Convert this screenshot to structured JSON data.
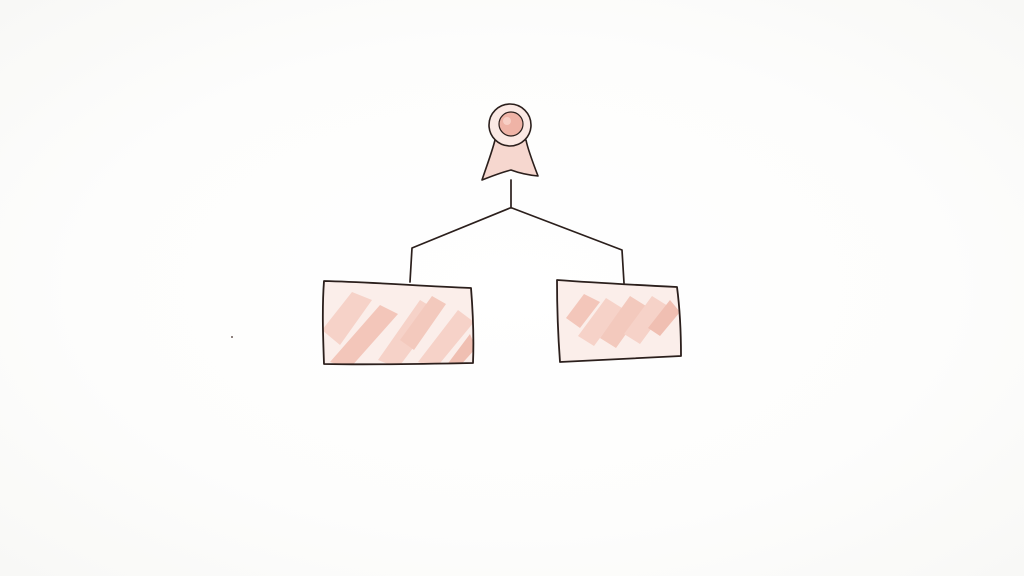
{
  "diagram": {
    "style": "hand-drawn sketch",
    "colors": {
      "background": "#fdfdfc",
      "stroke": "#2b1f1c",
      "accent_fill": "#f6d7cf",
      "accent_hatch": "#f3c9bd",
      "accent_dark": "#e8a79a"
    },
    "nodes": [
      {
        "id": "root",
        "icon": "award-ribbon-icon",
        "label": ""
      },
      {
        "id": "left-box",
        "label": ""
      },
      {
        "id": "right-box",
        "label": ""
      }
    ],
    "edges": [
      {
        "from": "root",
        "to": "left-box"
      },
      {
        "from": "root",
        "to": "right-box"
      }
    ]
  }
}
